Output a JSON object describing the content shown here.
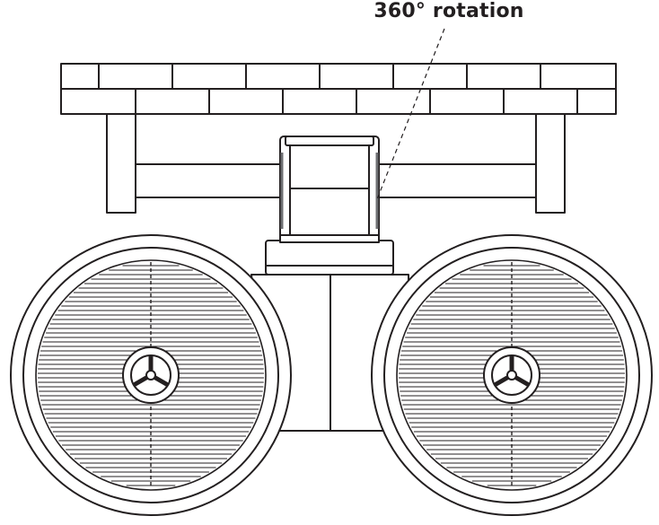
{
  "diagram": {
    "callout_label": "360° rotation",
    "parts": [
      "mounting-rail",
      "swivel-clamp",
      "speaker-left",
      "speaker-right"
    ]
  },
  "colors": {
    "line": "#231f20",
    "fill": "#ffffff",
    "dark": "#6d6e71"
  }
}
